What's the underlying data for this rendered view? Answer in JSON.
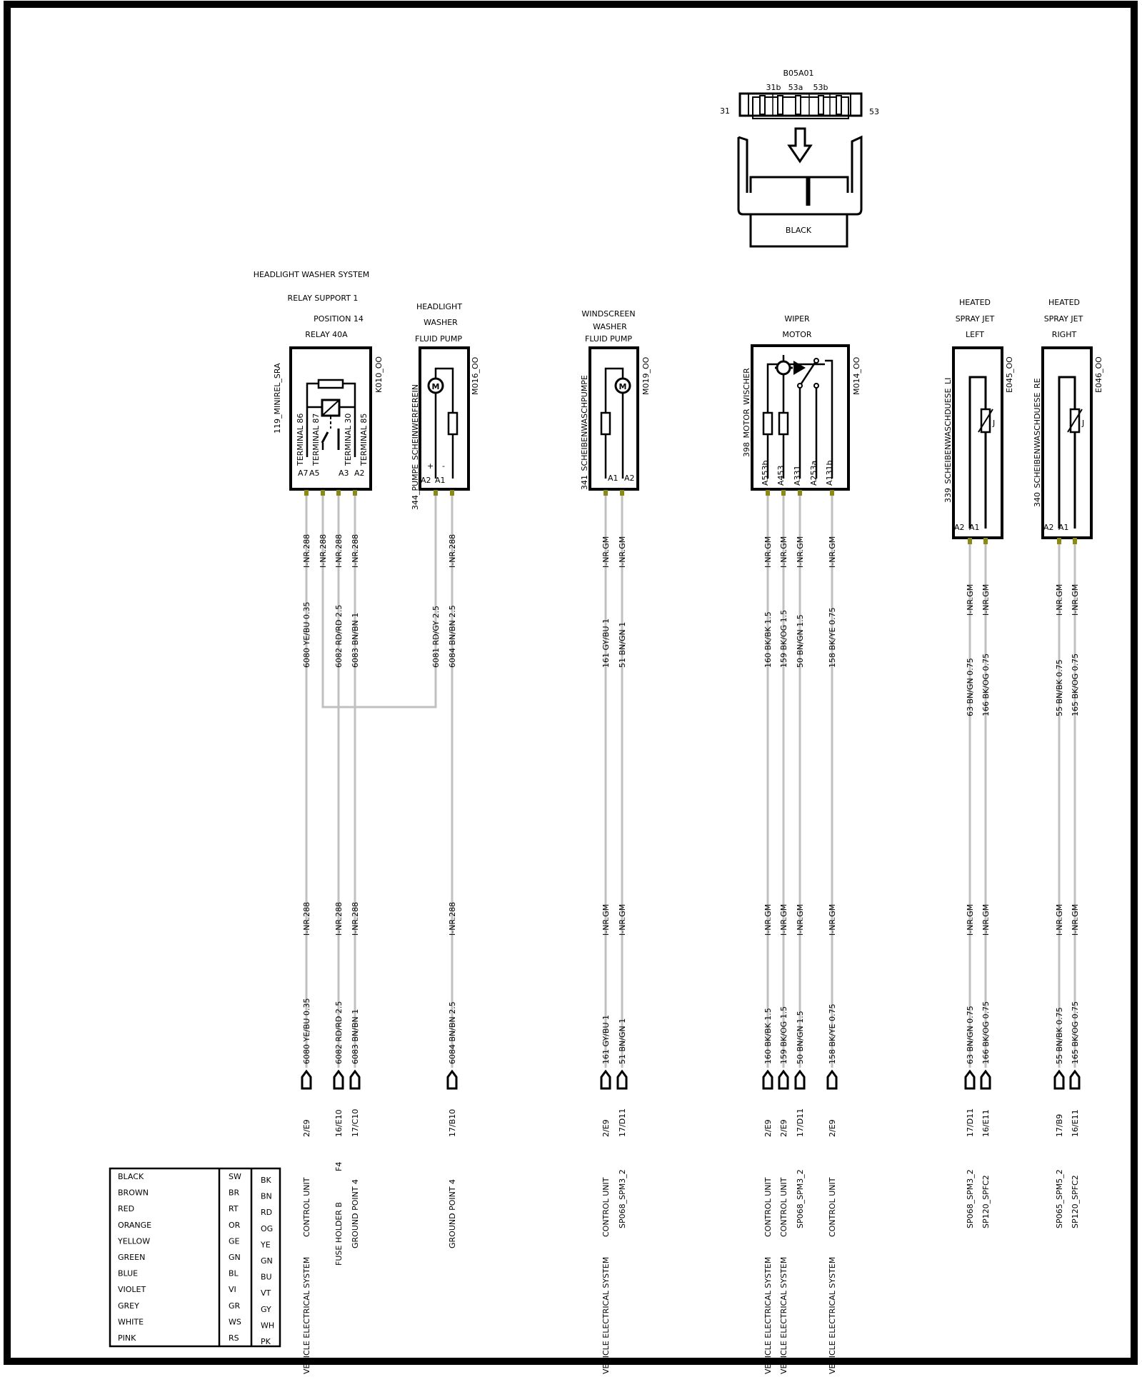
{
  "connector": {
    "id": "B05A01",
    "pin_labels": [
      "31b",
      "53a",
      "53b"
    ],
    "left_label": "31",
    "right_label": "53",
    "color_label": "BLACK"
  },
  "components": [
    {
      "key": "relay",
      "headings": [
        "HEADLIGHT WASHER SYSTEM",
        "RELAY SUPPORT 1",
        "POSITION 14",
        "RELAY 40A"
      ],
      "side_label": "119_MINIREL_SRA",
      "code": "K010_OO",
      "terminals": [
        "TERMINAL 86",
        "TERMINAL 87",
        "TERMINAL 30",
        "TERMINAL 85"
      ],
      "pins": [
        "A7",
        "A5",
        "A3",
        "A2"
      ]
    },
    {
      "key": "headlight-pump",
      "headings": [
        "HEADLIGHT",
        "WASHER",
        "FLUID PUMP"
      ],
      "side_label": "344_PUMPE_SCHEINWERFEREIN",
      "code": "M016_OO",
      "pins": [
        "A2",
        "A1"
      ],
      "polarity": [
        "+",
        "-"
      ]
    },
    {
      "key": "windscreen-pump",
      "headings": [
        "WINDSCREEN",
        "WASHER",
        "FLUID PUMP"
      ],
      "side_label": "341_SCHEIBENWASCHPUMPE",
      "code": "M019_OO",
      "pins": [
        "A1",
        "A2"
      ]
    },
    {
      "key": "wiper-motor",
      "headings": [
        "WIPER",
        "MOTOR"
      ],
      "side_label": "398_MOTOR_WISCHER",
      "code": "M014_OO",
      "pins": [
        "A553b",
        "A453",
        "A331",
        "A253a",
        "A131b"
      ]
    },
    {
      "key": "jet-left",
      "headings": [
        "HEATED",
        "SPRAY JET",
        "LEFT"
      ],
      "side_label": "339_SCHEIBENWASCHDUESE_LI",
      "code": "E045_OO",
      "pins": [
        "A2",
        "A1"
      ]
    },
    {
      "key": "jet-right",
      "headings": [
        "HEATED",
        "SPRAY JET",
        "RIGHT"
      ],
      "side_label": "340_SCHEIBENWASCHDUESE_RE",
      "code": "E046_OO",
      "pins": [
        "A2",
        "A1"
      ]
    }
  ],
  "wires": [
    {
      "top_code": "I-NR.288",
      "top_spec": "6080 YE/BU 0.35",
      "bottom_code": "I-NR.288",
      "bottom_spec": "6080 YE/BU 0.35",
      "ref": "2/E9",
      "extra": "",
      "dest": [
        "CONTROL UNIT",
        "VEHICLE ELECTRICAL SYSTEM"
      ]
    },
    {
      "top_code": "I-NR.288",
      "top_spec": "",
      "bottom_code": "",
      "bottom_spec": "",
      "ref": "",
      "extra": "",
      "dest": []
    },
    {
      "top_code": "I-NR.288",
      "top_spec": "6082 RD/RD 2.5",
      "bottom_code": "I-NR.288",
      "bottom_spec": "6082 RD/RD 2.5",
      "ref": "16/E10",
      "extra": "F4",
      "dest": [
        "FUSE HOLDER B"
      ]
    },
    {
      "top_code": "I-NR.288",
      "top_spec": "6083 BN/BN 1",
      "bottom_code": "I-NR.288",
      "bottom_spec": "6083 BN/BN 1",
      "ref": "17/C10",
      "extra": "",
      "dest": [
        "GROUND POINT 4"
      ]
    },
    {
      "top_code": "",
      "top_spec": "6081 RD/GY 2.5",
      "bottom_code": "",
      "bottom_spec": "",
      "ref": "",
      "extra": "",
      "dest": []
    },
    {
      "top_code": "I-NR.288",
      "top_spec": "6084 BN/BN 2.5",
      "bottom_code": "I-NR.288",
      "bottom_spec": "6084 BN/BN 2.5",
      "ref": "17/B10",
      "extra": "",
      "dest": [
        "GROUND POINT 4"
      ]
    },
    {
      "top_code": "I-NR.GM",
      "top_spec": "161 GY/BU 1",
      "bottom_code": "I-NR.GM",
      "bottom_spec": "161 GY/BU 1",
      "ref": "2/E9",
      "extra": "",
      "dest": [
        "CONTROL UNIT",
        "VEHICLE ELECTRICAL SYSTEM"
      ]
    },
    {
      "top_code": "I-NR.GM",
      "top_spec": "51 BN/GN 1",
      "bottom_code": "I-NR.GM",
      "bottom_spec": "51 BN/GN 1",
      "ref": "17/D11",
      "extra": "",
      "dest": [
        "SP068_SPM3_2"
      ]
    },
    {
      "top_code": "I-NR.GM",
      "top_spec": "160 BK/BK 1.5",
      "bottom_code": "I-NR.GM",
      "bottom_spec": "160 BK/BK 1.5",
      "ref": "2/E9",
      "extra": "",
      "dest": [
        "CONTROL UNIT",
        "VEHICLE ELECTRICAL SYSTEM"
      ]
    },
    {
      "top_code": "I-NR.GM",
      "top_spec": "159 BK/OG 1.5",
      "bottom_code": "I-NR.GM",
      "bottom_spec": "159 BK/OG 1.5",
      "ref": "2/E9",
      "extra": "",
      "dest": [
        "CONTROL UNIT",
        "VEHICLE ELECTRICAL SYSTEM"
      ]
    },
    {
      "top_code": "I-NR.GM",
      "top_spec": "50 BN/GN 1.5",
      "bottom_code": "I-NR.GM",
      "bottom_spec": "50 BN/GN 1.5",
      "ref": "17/D11",
      "extra": "",
      "dest": [
        "SP068_SPM3_2"
      ]
    },
    {
      "top_code": "I-NR.GM",
      "top_spec": "158 BK/YE 0.75",
      "bottom_code": "I-NR.GM",
      "bottom_spec": "158 BK/YE 0.75",
      "ref": "2/E9",
      "extra": "",
      "dest": [
        "CONTROL UNIT",
        "VEHICLE ELECTRICAL SYSTEM"
      ]
    },
    {
      "top_code": "I-NR.GM",
      "top_spec": "63 BN/GN 0.75",
      "bottom_code": "I-NR.GM",
      "bottom_spec": "63 BN/GN 0.75",
      "ref": "17/D11",
      "extra": "",
      "dest": [
        "SP068_SPM3_2"
      ]
    },
    {
      "top_code": "I-NR.GM",
      "top_spec": "166 BK/OG 0.75",
      "bottom_code": "I-NR.GM",
      "bottom_spec": "166 BK/OG 0.75",
      "ref": "16/E11",
      "extra": "",
      "dest": [
        "SP120_SPFC2"
      ]
    },
    {
      "top_code": "I-NR.GM",
      "top_spec": "55 BN/BK 0.75",
      "bottom_code": "I-NR.GM",
      "bottom_spec": "55 BN/BK 0.75",
      "ref": "17/B9",
      "extra": "",
      "dest": [
        "SP065_SPM5_2"
      ]
    },
    {
      "top_code": "I-NR.GM",
      "top_spec": "165 BK/OG 0.75",
      "bottom_code": "I-NR.GM",
      "bottom_spec": "165 BK/OG 0.75",
      "ref": "16/E11",
      "extra": "",
      "dest": [
        "SP120_SPFC2"
      ]
    }
  ],
  "legend": {
    "names": [
      "BLACK",
      "BROWN",
      "RED",
      "ORANGE",
      "YELLOW",
      "GREEN",
      "BLUE",
      "VIOLET",
      "GREY",
      "WHITE",
      "PINK"
    ],
    "german": [
      "SW",
      "BR",
      "RT",
      "OR",
      "GE",
      "GN",
      "BL",
      "VI",
      "GR",
      "WS",
      "RS"
    ],
    "english": [
      "BK",
      "BN",
      "RD",
      "OG",
      "YE",
      "GN",
      "BU",
      "VT",
      "GY",
      "WH",
      "PK"
    ]
  }
}
